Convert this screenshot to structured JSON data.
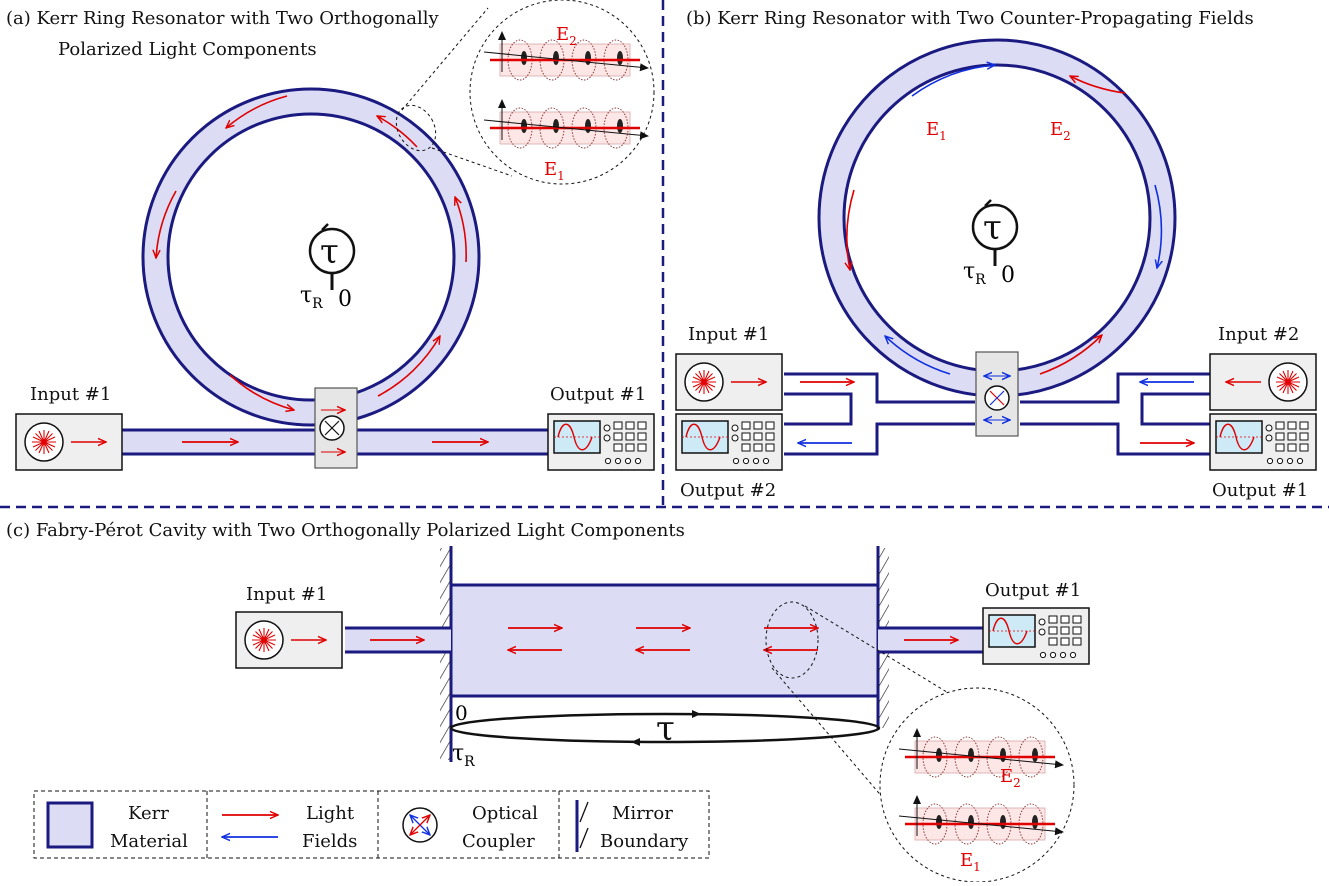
{
  "panels": {
    "a": {
      "title_line1": "(a) Kerr Ring Resonator with Two Orthogonally",
      "title_line2": "Polarized Light Components",
      "input": "Input #1",
      "output": "Output #1",
      "e1": "E",
      "e1_sub": "1",
      "e2": "E",
      "e2_sub": "2",
      "tau": "τ",
      "tau_r": "τ",
      "tau_r_sub": "R",
      "zero": "0"
    },
    "b": {
      "title": "(b) Kerr Ring Resonator with Two Counter-Propagating Fields",
      "input1": "Input #1",
      "input2": "Input #2",
      "output1": "Output #1",
      "output2": "Output #2",
      "e1": "E",
      "e1_sub": "1",
      "e2": "E",
      "e2_sub": "2",
      "tau": "τ",
      "tau_r": "τ",
      "tau_r_sub": "R",
      "zero": "0"
    },
    "c": {
      "title": "(c) Fabry-Pérot Cavity with Two Orthogonally Polarized Light Components",
      "input": "Input #1",
      "output": "Output #1",
      "e1": "E",
      "e1_sub": "1",
      "e2": "E",
      "e2_sub": "2",
      "tau": "τ",
      "tau_r": "τ",
      "tau_r_sub": "R",
      "zero": "0"
    }
  },
  "legend": {
    "kerr_line1": "Kerr",
    "kerr_line2": "Material",
    "light_line1": "Light",
    "light_line2": "Fields",
    "coupler_line1": "Optical",
    "coupler_line2": "Coupler",
    "mirror_line1": "Mirror",
    "mirror_line2": "Boundary"
  },
  "colors": {
    "waveguide_fill": "#dcdcf5",
    "waveguide_stroke": "#1a1a80",
    "field_red": "#e00000",
    "field_blue": "#1030e0",
    "divider": "#1a1a80",
    "device_fill": "#efefef",
    "screen_fill": "#cdeaf6"
  }
}
